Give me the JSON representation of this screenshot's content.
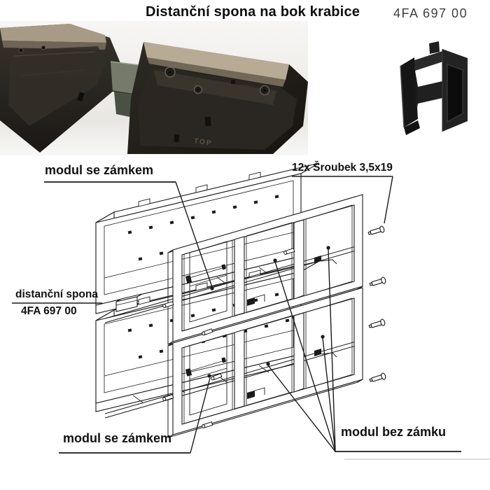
{
  "header": {
    "title": "Distanční spona na bok krabice",
    "part_number": "4FA 697 00"
  },
  "labels": {
    "module_with_lock_top": "modul se zámkem",
    "screws": "12x Šroubek 3,5x19",
    "spacer_clip_line1": "distanční spona",
    "spacer_clip_line2": "4FA 697 00",
    "module_with_lock_bottom": "modul se zámkem",
    "module_without_lock": "modul bez zámku"
  },
  "photo": {
    "top_marking": "TOP"
  },
  "colors": {
    "background": "#ffffff",
    "drawing_line": "#1a1a1a",
    "label_text": "#111111",
    "part_number_text": "#3e3e3e",
    "photo_dark_plastic": "#26221e",
    "photo_rim_tan": "#a89c88",
    "photo_spacer_clip": "#72776a",
    "clip_part_black": "#1d1d1d"
  }
}
